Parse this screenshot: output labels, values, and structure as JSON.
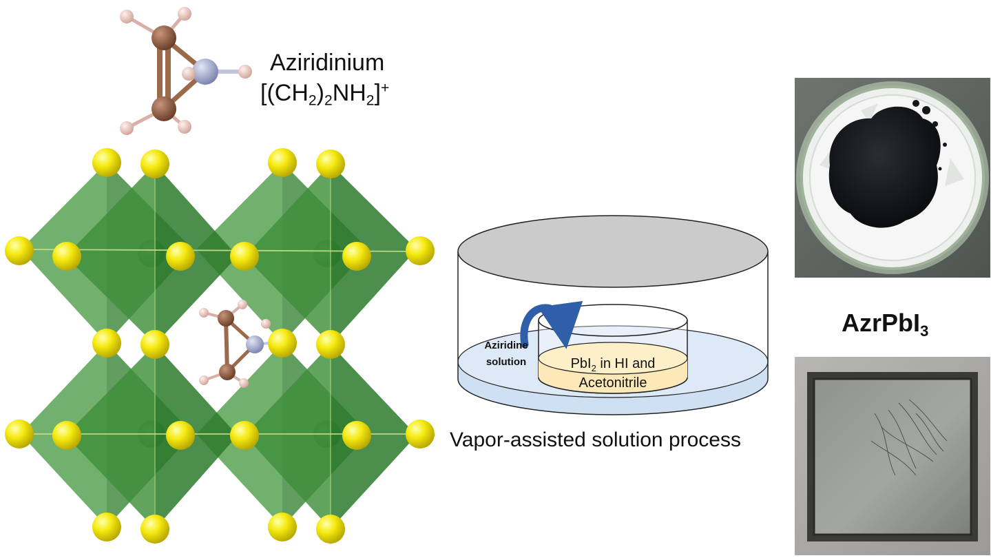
{
  "molecule": {
    "name": "Aziridinium",
    "formula": {
      "open": "[(CH",
      "sub1": "2",
      "mid1": ")",
      "sub2": "2",
      "mid2": "NH",
      "sub3": "2",
      "close": "]",
      "charge": "+"
    }
  },
  "process": {
    "caption": "Vapor-assisted solution process",
    "outer_label_line1": "Aziridine",
    "outer_label_line2": "solution",
    "inner_label_part1": "PbI",
    "inner_label_sub": "2",
    "inner_label_part2": " in HI and",
    "inner_label_line2": "Acetonitrile"
  },
  "product": {
    "label_main": "AzrPbI",
    "label_sub": "3"
  },
  "colors": {
    "octahedron": "#3e8a3a",
    "iodine": "#f0e400",
    "carbon": "#8b5a3c",
    "nitrogen": "#a7aed0",
    "hydrogen": "#f0c8c0",
    "vapor_liquid": "#cfe0f2",
    "inner_liquid": "#fde9b8",
    "arrow": "#2e5fa8"
  }
}
